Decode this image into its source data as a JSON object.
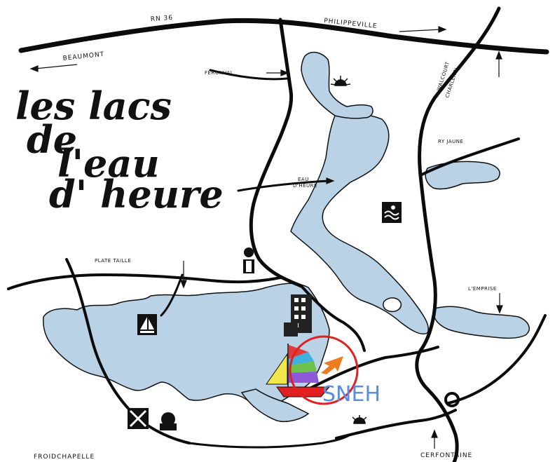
{
  "title": {
    "line1": "les lacs",
    "line2": "de",
    "line3": "l'eau",
    "line4": "d' heure"
  },
  "labels": {
    "rn36": "RN 36",
    "philippeville": "PHILIPPEVILLE",
    "beaumont": "BEAUMONT",
    "feronval": "FERONVAL",
    "walcourt": "WALCOURT",
    "charleroi": "CHARLEROI",
    "ry_jaune": "RY  JAUNE",
    "eau_dheure": "EAU",
    "eau_dheure2": "D'HEURE",
    "plate_taille": "PLATE  TAILLE",
    "l_empprise": "L'EMPRISE",
    "froidchapelle": "FROIDCHAPELLE",
    "cerfontaine": "CERFONTAINE",
    "sneh": "SNEH"
  },
  "colors": {
    "water": "#b9d2e6",
    "road": "#0b0b0b",
    "marker": "#e02020",
    "arrow": "#f07a1e",
    "sneh_text": "#5b8ddd"
  },
  "icons": [
    "info-icon",
    "swimming-icon",
    "sailing-icon",
    "windsurf-icon",
    "picnic-icon",
    "sun-icon"
  ]
}
